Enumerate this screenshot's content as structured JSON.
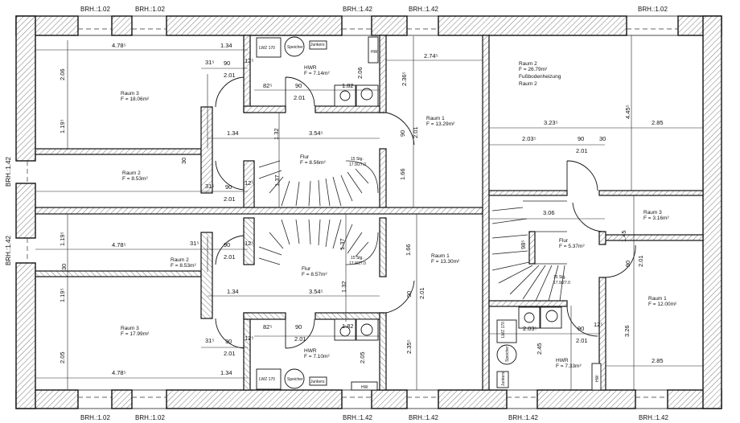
{
  "plan": {
    "brh_top": [
      "BRH.:1.02",
      "BRH.:1.02",
      "BRH.:1.42",
      "BRH.:1.42",
      "BRH.:1.02"
    ],
    "brh_bottom": [
      "BRH.:1.02",
      "BRH.:1.02",
      "BRH.:1.42",
      "BRH.:1.42",
      "BRH.:1.42",
      "BRH.:1.42"
    ],
    "brh_left": [
      "BRH.:1.42",
      "BRH.:1.42"
    ],
    "rooms": [
      {
        "name": "Raum 3",
        "area": "F = 18.06m²"
      },
      {
        "name": "Raum 2",
        "area": "F = 8.53m²"
      },
      {
        "name": "HWR",
        "area": "F = 7.14m²"
      },
      {
        "name": "Flur",
        "area": "F = 8.56m²"
      },
      {
        "name": "Raum 1",
        "area": "F = 13.29m²"
      },
      {
        "name": "Raum 2",
        "area": "F = 26.79m²",
        "note": "Fußbodenheizung",
        "note2": "Raum 2"
      },
      {
        "name": "Raum 2",
        "area": "F = 8.53m²"
      },
      {
        "name": "Flur",
        "area": "F = 8.57m²"
      },
      {
        "name": "Raum 3",
        "area": "F = 17.99m²"
      },
      {
        "name": "HWR",
        "area": "F = 7.10m²"
      },
      {
        "name": "Raum 1",
        "area": "F = 13.30m²"
      },
      {
        "name": "Raum 3",
        "area": "F = 3.16m²"
      },
      {
        "name": "Flur",
        "area": "F = 5.37m²"
      },
      {
        "name": "Raum 1",
        "area": "F = 12.00m²"
      },
      {
        "name": "HWR",
        "area": "F = 7.33m²"
      }
    ],
    "stairs": [
      {
        "steps": "15 Stg.",
        "ratio": "17.9/27.0"
      },
      {
        "steps": "15 Stg.",
        "ratio": "17.9/27.0"
      },
      {
        "steps": "15 Stg.",
        "ratio": "17.9/27.0"
      }
    ],
    "fixtures": {
      "lwz": "LWZ 170",
      "speicher": "Speicher",
      "junkers": "Junkers",
      "hw": "HW"
    },
    "dims": [
      "4.78⁵",
      "1.34",
      "31⁵",
      "90",
      "12⁵",
      "2.01",
      "2.06",
      "1.19⁵",
      "82⁵",
      "90",
      "2.01",
      "1.82",
      "2.06",
      "1.34",
      "3.54⁵",
      "1.32",
      "30",
      "31⁵",
      "90",
      "12⁵",
      "2.01",
      "1.37",
      "2.74⁵",
      "2.36⁵",
      "90",
      "2.01",
      "1.66",
      "3.23⁵",
      "2.03⁵",
      "90",
      "30",
      "2.01",
      "4.45⁵",
      "2.85",
      "1.19⁵",
      "4.78⁵",
      "31⁵",
      "90",
      "12⁵",
      "2.01",
      "30",
      "1.19⁵",
      "1.34",
      "3.54⁵",
      "1.32",
      "1.37",
      "82⁵",
      "90",
      "2.01",
      "1.82",
      "31⁵",
      "90",
      "12⁵",
      "2.01",
      "2.05",
      "2.05",
      "4.78⁵",
      "1.34",
      "1.66",
      "90",
      "2.01",
      "2.35⁵",
      "3.06",
      "98⁵",
      "1.45",
      "90",
      "2.01",
      "2.03⁵",
      "90",
      "12⁵",
      "2.01",
      "2.45",
      "3.26",
      "2.85"
    ]
  }
}
